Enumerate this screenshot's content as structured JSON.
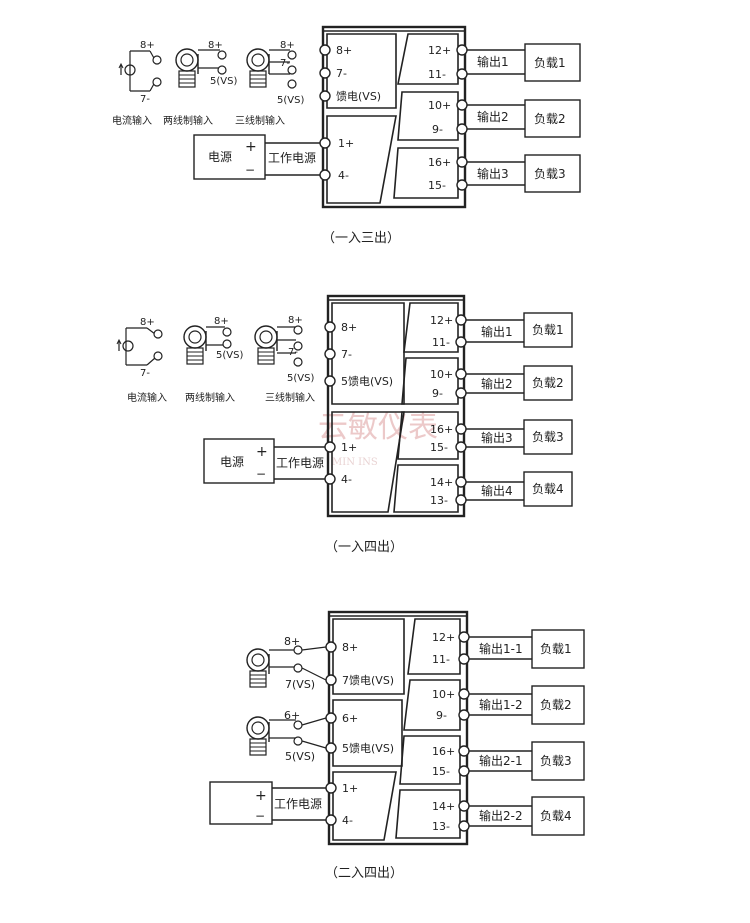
{
  "legend": {
    "current_input": "电流输入",
    "two_wire_input": "两线制输入",
    "three_wire_input": "三线制输入"
  },
  "diagrams": [
    {
      "caption": "（一入三出）",
      "inputs": [
        {
          "terminal": "8+"
        },
        {
          "terminal": "7-"
        },
        {
          "terminal": "馈电(VS)"
        }
      ],
      "sensor_labels": {
        "pos": "8+",
        "neg": "7-",
        "vs": "5(VS)"
      },
      "power": {
        "terminal_pos": "1+",
        "terminal_neg": "4-",
        "label": "电源",
        "wire_label": "工作电源",
        "plus": "+",
        "minus": "−"
      },
      "outputs": [
        {
          "pos": "12+",
          "neg": "11-",
          "label": "输出1",
          "load": "负载1"
        },
        {
          "pos": "10+",
          "neg": "9-",
          "label": "输出2",
          "load": "负载2"
        },
        {
          "pos": "16+",
          "neg": "15-",
          "label": "输出3",
          "load": "负载3"
        }
      ]
    },
    {
      "caption": "（一入四出）",
      "inputs": [
        {
          "terminal": "8+"
        },
        {
          "terminal": "7-"
        },
        {
          "terminal": "5馈电(VS)"
        }
      ],
      "sensor_labels": {
        "pos": "8+",
        "neg": "7-",
        "vs": "5(VS)"
      },
      "power": {
        "terminal_pos": "1+",
        "terminal_neg": "4-",
        "label": "电源",
        "wire_label": "工作电源",
        "plus": "+",
        "minus": "−"
      },
      "outputs": [
        {
          "pos": "12+",
          "neg": "11-",
          "label": "输出1",
          "load": "负载1"
        },
        {
          "pos": "10+",
          "neg": "9-",
          "label": "输出2",
          "load": "负载2"
        },
        {
          "pos": "16+",
          "neg": "15-",
          "label": "输出3",
          "load": "负载3"
        },
        {
          "pos": "14+",
          "neg": "13-",
          "label": "输出4",
          "load": "负载4"
        }
      ]
    },
    {
      "caption": "（二入四出）",
      "inputs": [
        {
          "terminal": "8+"
        },
        {
          "terminal": "7馈电(VS)"
        },
        {
          "terminal": "6+"
        },
        {
          "terminal": "5馈电(VS)"
        }
      ],
      "sensor1": {
        "pos": "8+",
        "vs": "7(VS)"
      },
      "sensor2": {
        "pos": "6+",
        "vs": "5(VS)"
      },
      "power": {
        "terminal_pos": "1+",
        "terminal_neg": "4-",
        "label": "",
        "wire_label": "工作电源",
        "plus": "+",
        "minus": "−"
      },
      "outputs": [
        {
          "pos": "12+",
          "neg": "11-",
          "label": "输出1-1",
          "load": "负载1"
        },
        {
          "pos": "10+",
          "neg": "9-",
          "label": "输出1-2",
          "load": "负载2"
        },
        {
          "pos": "16+",
          "neg": "15-",
          "label": "输出2-1",
          "load": "负载3"
        },
        {
          "pos": "14+",
          "neg": "13-",
          "label": "输出2-2",
          "load": "负载4"
        }
      ]
    }
  ],
  "watermark": {
    "text": "云敏仪表",
    "sub": "MIN INS"
  }
}
